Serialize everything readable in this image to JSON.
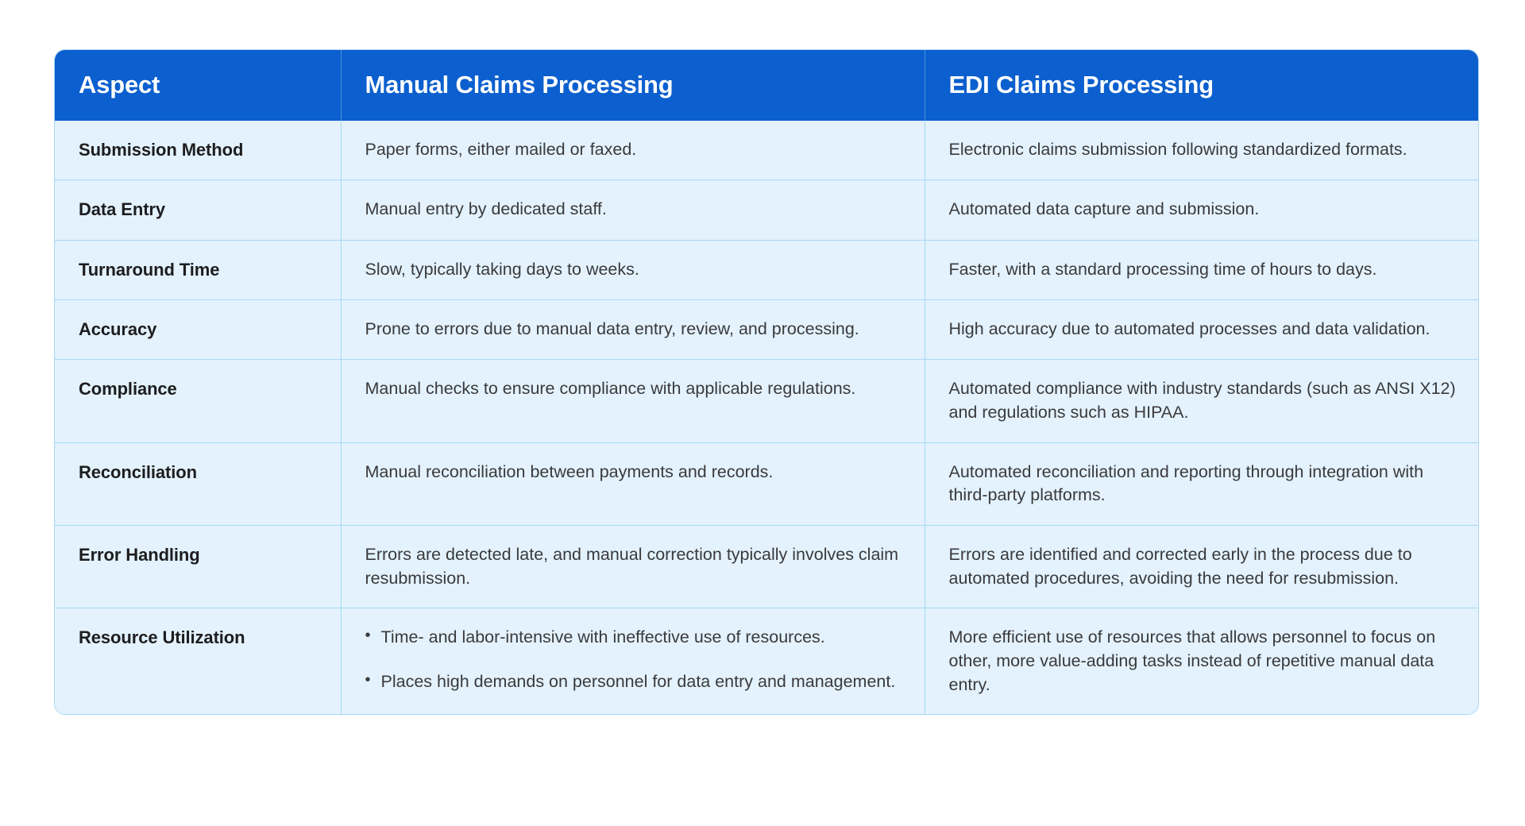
{
  "theme": {
    "header_bg": "#0b5fce",
    "header_text": "#ffffff",
    "cell_bg": "#e3f2fd",
    "border": "#a8d8f5",
    "body_text": "#3a3a3c",
    "aspect_text": "#1d1d1f",
    "page_bg": "#ffffff"
  },
  "table": {
    "headers": {
      "aspect": "Aspect",
      "manual": "Manual Claims Processing",
      "edi": "EDI Claims Processing"
    },
    "rows": [
      {
        "aspect": "Submission Method",
        "manual": "Paper forms, either mailed or faxed.",
        "edi": "Electronic claims submission following standardized formats."
      },
      {
        "aspect": "Data Entry",
        "manual": "Manual entry by dedicated staff.",
        "edi": "Automated data capture and submission."
      },
      {
        "aspect": "Turnaround Time",
        "manual": "Slow, typically taking days to weeks.",
        "edi": "Faster, with a standard processing time of hours to days."
      },
      {
        "aspect": "Accuracy",
        "manual": "Prone to errors due to manual data entry, review, and processing.",
        "edi": "High accuracy due to automated processes and data validation."
      },
      {
        "aspect": "Compliance",
        "manual": "Manual checks to ensure compliance with applicable regulations.",
        "edi": "Automated compliance with industry standards (such as ANSI X12) and regulations such as HIPAA."
      },
      {
        "aspect": "Reconciliation",
        "manual": "Manual reconciliation between payments and records.",
        "edi": "Automated reconciliation and reporting through integration with third-party platforms."
      },
      {
        "aspect": "Error Handling",
        "manual": "Errors are detected late, and manual correction typically involves claim resubmission.",
        "edi": "Errors are identified and corrected early in the process due to automated procedures, avoiding the need for resubmission."
      },
      {
        "aspect": "Resource Utilization",
        "manual_bullets": [
          "Time- and labor-intensive with ineffective use of resources.",
          "Places high demands on personnel for data entry and management."
        ],
        "edi": "More efficient use of resources that allows personnel to focus on other, more value-adding tasks instead of repetitive manual data entry."
      }
    ]
  }
}
